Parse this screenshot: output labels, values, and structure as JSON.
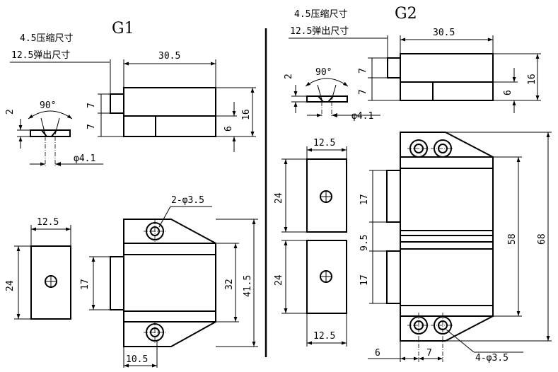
{
  "g1": {
    "title": "G1",
    "stroke_label": "4.5压缩尺寸",
    "eject_label": "12.5弹出尺寸",
    "angle": "90°",
    "dims": {
      "len": "30.5",
      "h7a": "7",
      "h7b": "7",
      "h16": "16",
      "h6": "6",
      "thk": "2",
      "hole": "φ4.1",
      "plate_w": "12.5",
      "plate_h": "24",
      "h17": "17",
      "h32": "32",
      "h41": "41.5",
      "holes": "2-φ3.5",
      "base_w": "10.5"
    }
  },
  "g2": {
    "title": "G2",
    "stroke_label": "4.5压缩尺寸",
    "eject_label": "12.5弹出尺寸",
    "angle": "90°",
    "dims": {
      "len": "30.5",
      "h7a": "7",
      "h7b": "7",
      "h16": "16",
      "h6": "6",
      "thk": "2",
      "hole": "φ4.1",
      "plate_w_top": "12.5",
      "plate_w_bot": "12.5",
      "plate_h_top": "24",
      "plate_h_bot": "24",
      "h17a": "17",
      "gap": "9.5",
      "h17b": "17",
      "h58": "58",
      "h68": "68",
      "w6": "6",
      "w7": "7",
      "holes": "4-φ3.5"
    }
  }
}
